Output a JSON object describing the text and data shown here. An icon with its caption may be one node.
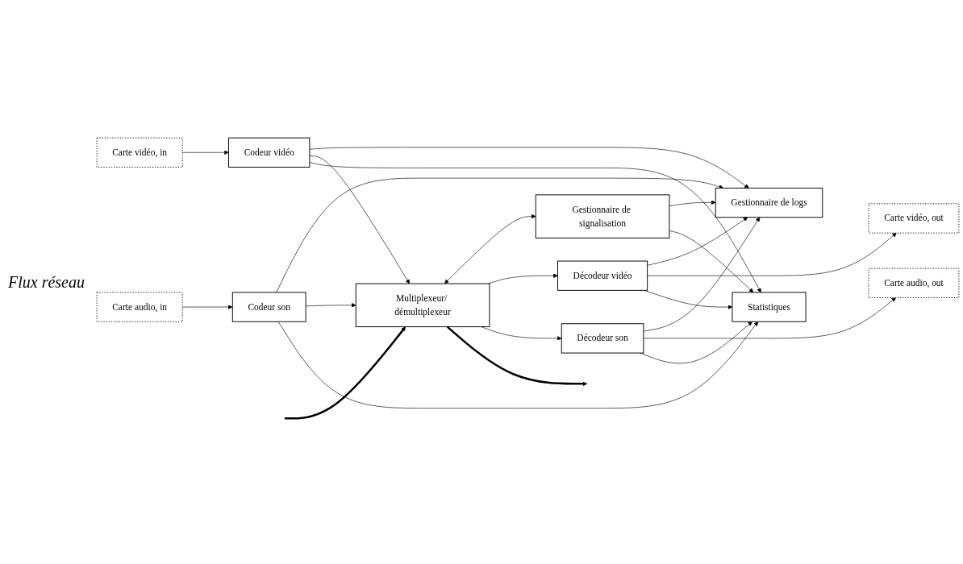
{
  "diagram": {
    "nodes": [
      {
        "text": [
          "Statistiques"
        ]
      },
      {
        "text": [
          "Décodeur son"
        ]
      },
      {
        "text": [
          "Décodeur vidéo"
        ]
      },
      {
        "text": [
          "Carte audio, out"
        ]
      },
      {
        "text": [
          "Carte vidéo, out"
        ]
      },
      {
        "text": [
          "Multiplexeur/ démultiplexeur"
        ]
      },
      {
        "text": [
          "Gestionnaire de signalisation"
        ]
      },
      {
        "text": [
          "Gestionnaire de logs"
        ]
      },
      {
        "text": [
          "Codeur son"
        ]
      },
      {
        "text": [
          "Codeur vidéo"
        ]
      },
      {
        "text": [
          "Carte audio, in"
        ]
      },
      {
        "text": [
          "Carte vidéo, in"
        ]
      }
    ],
    "edges": [
      {
        "from": null,
        "to": 5,
        "arrow": "to",
        "style": "thick"
      },
      {
        "from": 5,
        "to": null,
        "arrow": "to",
        "style": "thick"
      },
      {
        "from": 1,
        "to": 0,
        "arrow": "to"
      },
      {
        "from": 2,
        "to": 0,
        "arrow": "to"
      },
      {
        "from": 6,
        "to": 0,
        "arrow": "to"
      },
      {
        "from": 8,
        "to": 0,
        "arrow": "to"
      },
      {
        "from": 9,
        "to": 0,
        "arrow": "to"
      },
      {
        "from": 5,
        "to": 1,
        "arrow": "to"
      },
      {
        "from": 5,
        "to": 2,
        "arrow": "to"
      },
      {
        "from": 5,
        "to": 6,
        "arrow": "both"
      },
      {
        "from": 8,
        "to": 5,
        "arrow": "to"
      },
      {
        "from": 9,
        "to": 5,
        "arrow": "to"
      },
      {
        "from": 1,
        "to": 3,
        "arrow": "to"
      },
      {
        "from": 2,
        "to": 4,
        "arrow": "to"
      },
      {
        "from": 1,
        "to": 7,
        "arrow": "to"
      },
      {
        "from": 2,
        "to": 7,
        "arrow": "to"
      },
      {
        "from": 6,
        "to": 7,
        "arrow": "to"
      },
      {
        "from": 8,
        "to": 7,
        "arrow": "to"
      },
      {
        "from": 9,
        "to": 7,
        "arrow": "to"
      },
      {
        "from": 10,
        "to": 8,
        "arrow": "to"
      },
      {
        "from": 11,
        "to": 9,
        "arrow": "to"
      }
    ],
    "labels": [
      "Flux réseau"
    ]
  }
}
